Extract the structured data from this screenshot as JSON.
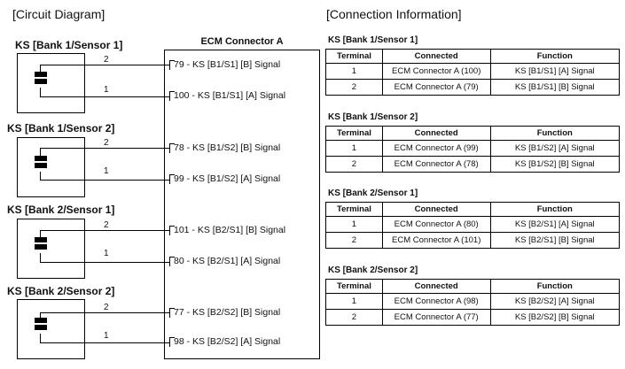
{
  "circuit": {
    "title": "[Circuit Diagram]",
    "ecm_label": "ECM Connector A",
    "sensors": [
      {
        "label": "KS [Bank 1/Sensor 1]",
        "wire_top": "2",
        "wire_bottom": "1",
        "pin_top": "79 - KS [B1/S1] [B] Signal",
        "pin_bottom": "100 - KS [B1/S1] [A] Signal"
      },
      {
        "label": "KS [Bank 1/Sensor 2]",
        "wire_top": "2",
        "wire_bottom": "1",
        "pin_top": "78 - KS [B1/S2] [B] Signal",
        "pin_bottom": "99 - KS [B1/S2] [A] Signal"
      },
      {
        "label": "KS [Bank 2/Sensor 1]",
        "wire_top": "2",
        "wire_bottom": "1",
        "pin_top": "101 - KS [B2/S1] [B] Signal",
        "pin_bottom": "80 - KS [B2/S1] [A] Signal"
      },
      {
        "label": "KS [Bank 2/Sensor 2]",
        "wire_top": "2",
        "wire_bottom": "1",
        "pin_top": "77 - KS [B2/S2] [B] Signal",
        "pin_bottom": "98 - KS [B2/S2] [A] Signal"
      }
    ]
  },
  "connection": {
    "title": "[Connection Information]",
    "headers": [
      "Terminal",
      "Connected",
      "Function"
    ],
    "tables": [
      {
        "title": "KS [Bank 1/Sensor 1]",
        "rows": [
          [
            "1",
            "ECM Connector A (100)",
            "KS [B1/S1] [A] Signal"
          ],
          [
            "2",
            "ECM Connector A (79)",
            "KS [B1/S1] [B] Signal"
          ]
        ]
      },
      {
        "title": "KS [Bank 1/Sensor 2]",
        "rows": [
          [
            "1",
            "ECM Connector A (99)",
            "KS [B1/S2] [A] Signal"
          ],
          [
            "2",
            "ECM Connector A (78)",
            "KS [B1/S2] [B] Signal"
          ]
        ]
      },
      {
        "title": "KS [Bank 2/Sensor 1]",
        "rows": [
          [
            "1",
            "ECM Connector A (80)",
            "KS [B2/S1] [A] Signal"
          ],
          [
            "2",
            "ECM Connector A (101)",
            "KS [B2/S1] [B] Signal"
          ]
        ]
      },
      {
        "title": "KS [Bank 2/Sensor 2]",
        "rows": [
          [
            "1",
            "ECM Connector A (98)",
            "KS [B2/S2] [A] Signal"
          ],
          [
            "2",
            "ECM Connector A (77)",
            "KS [B2/S2] [B] Signal"
          ]
        ]
      }
    ]
  }
}
